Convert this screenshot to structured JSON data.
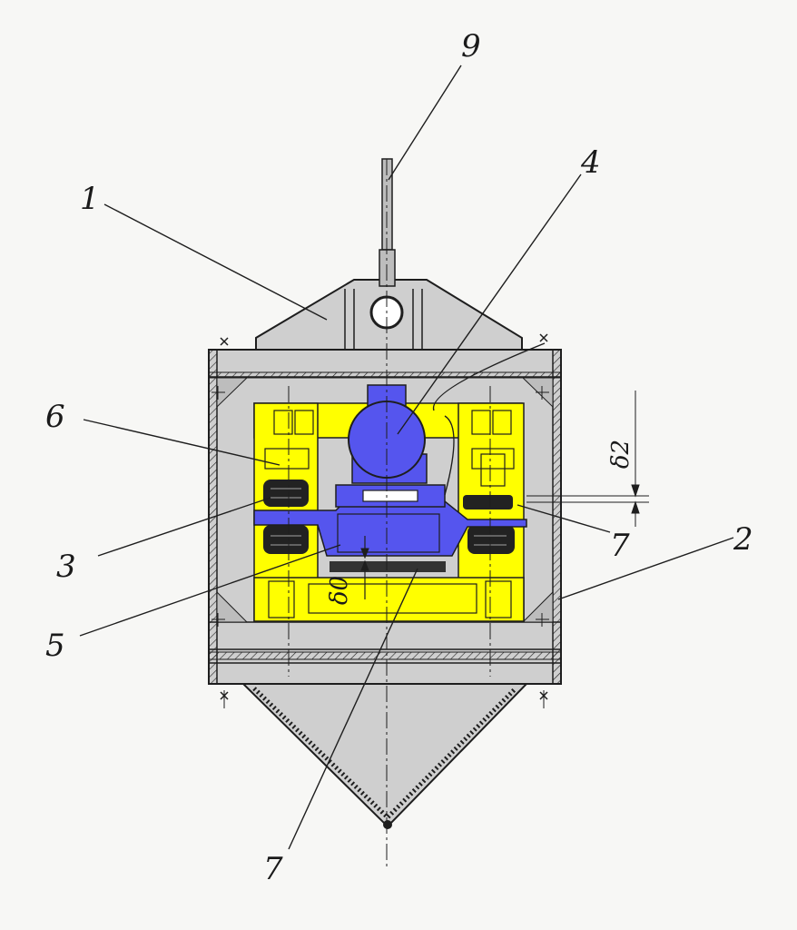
{
  "diagram": {
    "labels": {
      "l1": "1",
      "l2": "2",
      "l3": "3",
      "l4": "4",
      "l5": "5",
      "l6": "6",
      "l7a": "7",
      "l7b": "7",
      "l9": "9"
    },
    "dimensions": {
      "delta0": "δ0",
      "delta2": "δ2"
    },
    "colors": {
      "housing": "#cfcfcf",
      "frame": "#ffff00",
      "motor": "#5555ee",
      "ink": "#1e1e1e",
      "rubber": "#222222"
    }
  }
}
